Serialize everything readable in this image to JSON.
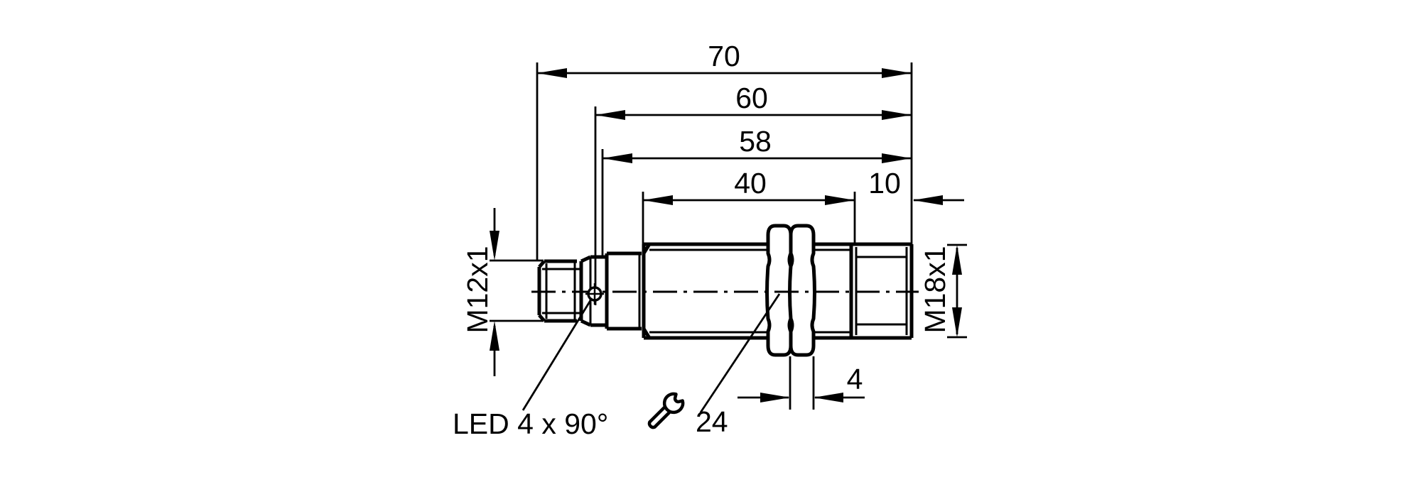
{
  "drawing": {
    "background_color": "#ffffff",
    "line_color": "#000000",
    "dimensions": {
      "total_length": "70",
      "housing_length": "60",
      "thread_length": "58",
      "front_thread_length": "40",
      "rear_thread_length": "10",
      "nut_width": "4"
    },
    "threads": {
      "connector": "M12x1",
      "housing": "M18x1"
    },
    "annotations": {
      "led": "LED 4 x 90°",
      "wrench_size": "24"
    }
  }
}
